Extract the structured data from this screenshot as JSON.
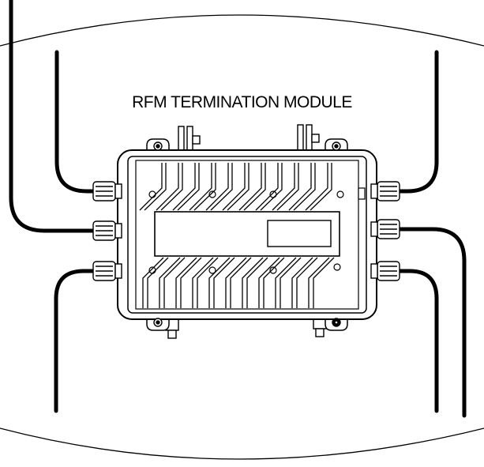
{
  "title": "RFM TERMINATION MODULE",
  "colors": {
    "line": "#000000",
    "background": "#ffffff",
    "fill_light": "#ffffff"
  },
  "parts": {
    "enclosure": "enclosure-with-heat-fins",
    "cable_glands": 6,
    "cables": 6,
    "mounting_brackets": 2
  }
}
